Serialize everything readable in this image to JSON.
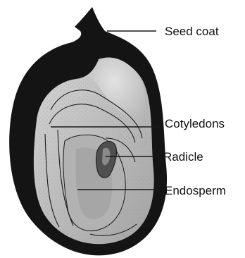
{
  "diagram": {
    "labels": {
      "seed_coat": "Seed coat",
      "cotyledons": "Cotyledons",
      "radicle": "Radicle",
      "endosperm": "Endosperm"
    },
    "colors": {
      "seed_coat": "#141414",
      "cotyledon_light": "#c9c9c9",
      "cotyledon_mid": "#a8a8a8",
      "endosperm": "#b5b5b5",
      "radicle": "#555555",
      "line": "#1a1a1a"
    }
  }
}
